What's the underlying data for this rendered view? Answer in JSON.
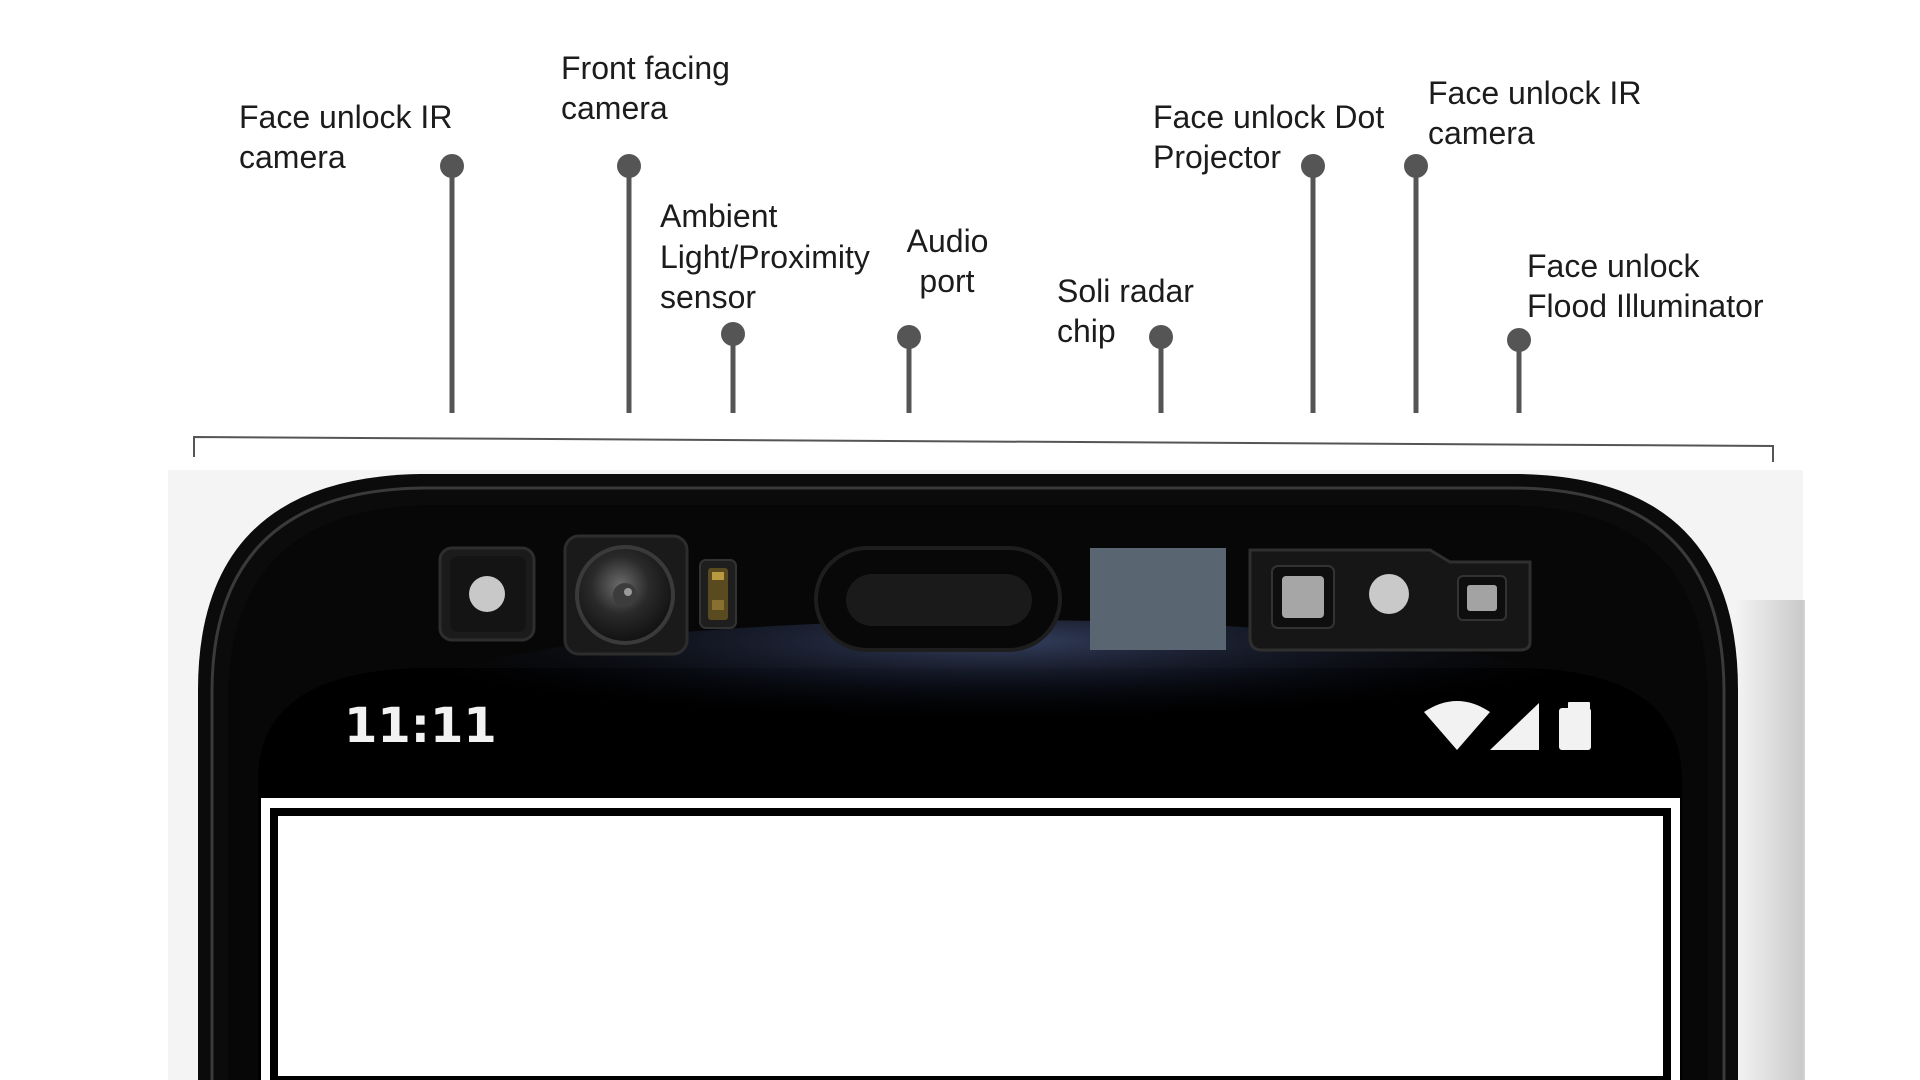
{
  "callouts": [
    {
      "id": "face-unlock-ir-camera-left",
      "lines": [
        "Face unlock IR",
        "camera"
      ]
    },
    {
      "id": "front-facing-camera",
      "lines": [
        "Front facing",
        "camera"
      ]
    },
    {
      "id": "ambient-light-proximity-sensor",
      "lines": [
        "Ambient",
        "Light/Proximity",
        "sensor"
      ]
    },
    {
      "id": "audio-port",
      "lines": [
        "Audio",
        "port"
      ]
    },
    {
      "id": "soli-radar-chip",
      "lines": [
        "Soli radar",
        "chip"
      ]
    },
    {
      "id": "face-unlock-dot-projector",
      "lines": [
        "Face unlock Dot",
        "Projector"
      ]
    },
    {
      "id": "face-unlock-ir-camera-right",
      "lines": [
        "Face unlock IR",
        "camera"
      ]
    },
    {
      "id": "face-unlock-flood-illuminator",
      "lines": [
        "Face unlock",
        "Flood Illuminator"
      ]
    }
  ],
  "status_bar": {
    "time": "11:11",
    "icons": [
      "wifi-icon",
      "cellular-signal-icon",
      "battery-icon"
    ]
  },
  "colors": {
    "leader_line": "#555555",
    "phone_body": "#0b0b0b",
    "screen": "#ffffff",
    "radar_chip": "#5a6572"
  }
}
